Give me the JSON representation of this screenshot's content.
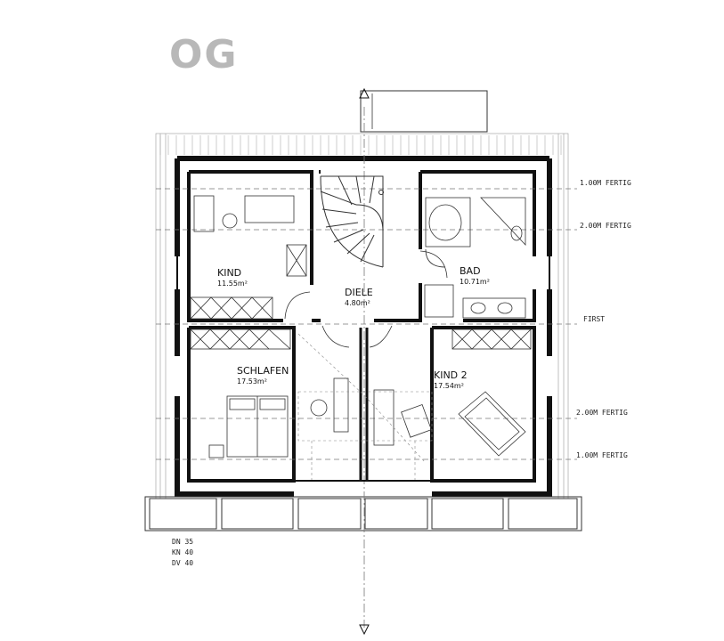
{
  "floor_label": "OG",
  "rooms": {
    "kind": {
      "name": "KIND",
      "area": "11.55m²"
    },
    "diele": {
      "name": "DIELE",
      "area": "4.80m²"
    },
    "bad": {
      "name": "BAD",
      "area": "10.71m²"
    },
    "schlafen": {
      "name": "SCHLAFEN",
      "area": "17.53m²"
    },
    "kind2": {
      "name": "KIND 2",
      "area": "17.54m²"
    }
  },
  "levels": {
    "l1": "1.00M FERTIG",
    "l2": "2.00M FERTIG",
    "first": "FIRST",
    "l3": "2.00M FERTIG",
    "l4": "1.00M FERTIG"
  },
  "roof_specs": [
    "DN 35",
    "KN 40",
    "DV 40"
  ],
  "colors": {
    "wall": "#111111",
    "line": "#444444",
    "title": "#b8b8b8",
    "dash": "#777777"
  }
}
